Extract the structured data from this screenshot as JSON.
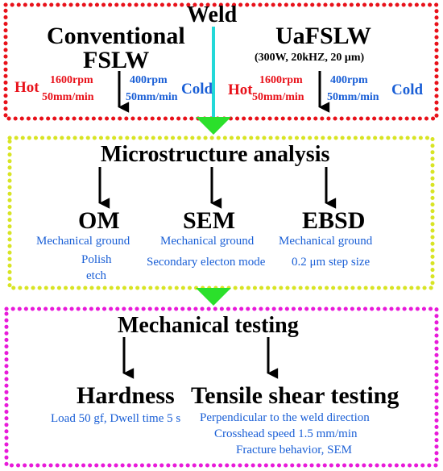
{
  "colors": {
    "box_top": "#e8111a",
    "box_middle": "#d8e424",
    "box_bottom": "#e81ad9",
    "flow_line": "#22d8d8",
    "flow_arrow": "#2be02b",
    "hot_text": "#e8111a",
    "cold_text": "#1a5fd6",
    "detail_text": "#1a5fd6"
  },
  "weld": {
    "title": "Weld",
    "conventional": {
      "title_line1": "Conventional",
      "title_line2": "FSLW",
      "hot_label": "Hot",
      "hot_rpm": "1600rpm",
      "hot_speed": "50mm/min",
      "cold_rpm": "400rpm",
      "cold_speed": "50mm/min",
      "cold_label": "Cold"
    },
    "uafslw": {
      "title": "UaFSLW",
      "params": "(300W, 20kHZ, 20 μm)",
      "hot_label": "Hot",
      "hot_rpm": "1600rpm",
      "hot_speed": "50mm/min",
      "cold_rpm": "400rpm",
      "cold_speed": "50mm/min",
      "cold_label": "Cold"
    }
  },
  "microstructure": {
    "title": "Microstructure analysis",
    "om": {
      "title": "OM",
      "line1": "Mechanical ground",
      "line2": "Polish",
      "line3": "etch"
    },
    "sem": {
      "title": "SEM",
      "line1": "Mechanical ground",
      "line2": "Secondary electon mode"
    },
    "ebsd": {
      "title": "EBSD",
      "line1": "Mechanical ground",
      "line2": "0.2 μm step size"
    }
  },
  "mechanical": {
    "title": "Mechanical testing",
    "hardness": {
      "title": "Hardness",
      "line1": "Load 50 gf, Dwell time 5 s"
    },
    "tensile": {
      "title": "Tensile shear testing",
      "line1": "Perpendicular to the weld direction",
      "line2": "Crosshead speed 1.5 mm/min",
      "line3": "Fracture behavior, SEM"
    }
  }
}
